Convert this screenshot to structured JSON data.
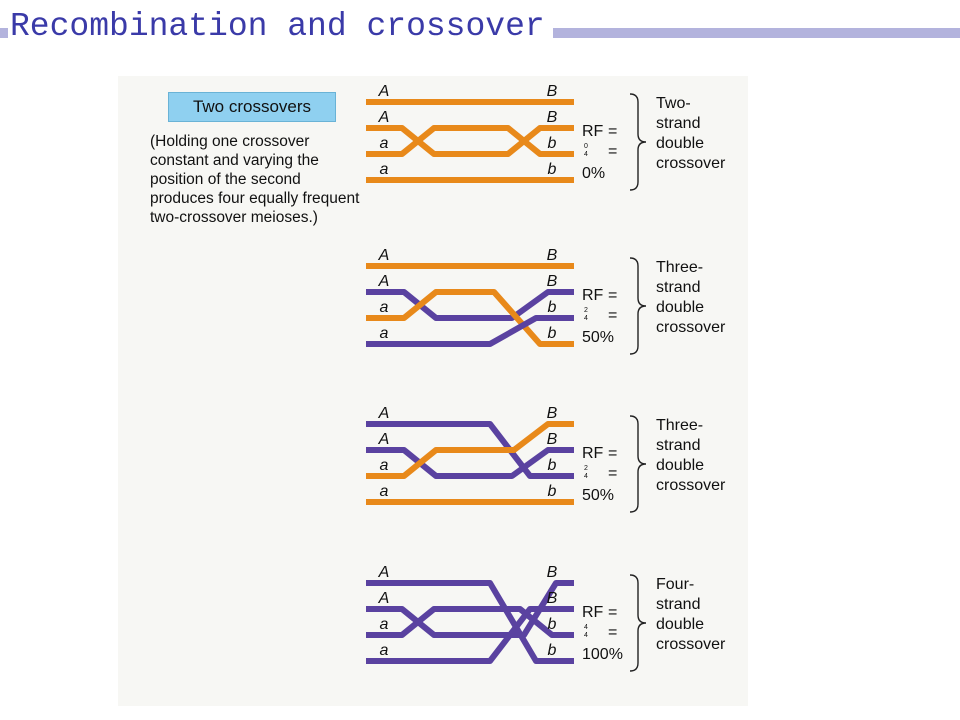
{
  "title": "Recombination and crossover",
  "caption_label": "Two crossovers",
  "caption_note": "(Holding one crossover constant and varying the position of the second produces four equally frequent two-crossover meioses.)",
  "colors": {
    "orange": "#e8891a",
    "purple": "#5a42a0",
    "title": "#3a3aa8",
    "title_bar": "#b3b3dd",
    "label_bg": "#8fd0f0"
  },
  "panels": [
    {
      "rf_label": "RF",
      "rf_num": "0",
      "rf_den": "4",
      "percent": "0%",
      "class_lines": [
        "Two-",
        "strand",
        "double",
        "crossover"
      ],
      "strands": [
        {
          "left": "A",
          "right": "B",
          "color": "orange"
        },
        {
          "left": "A",
          "right": "B",
          "color": "orange"
        },
        {
          "left": "a",
          "right": "b",
          "color": "orange"
        },
        {
          "left": "a",
          "right": "b",
          "color": "orange"
        }
      ]
    },
    {
      "rf_label": "RF",
      "rf_num": "2",
      "rf_den": "4",
      "percent": "50%",
      "class_lines": [
        "Three-",
        "strand",
        "double",
        "crossover"
      ],
      "strands": [
        {
          "left": "A",
          "right": "B",
          "color": "orange"
        },
        {
          "left": "A",
          "right": "B",
          "color": "purple"
        },
        {
          "left": "a",
          "right": "b",
          "color": "orange"
        },
        {
          "left": "a",
          "right": "b",
          "color": "purple"
        }
      ]
    },
    {
      "rf_label": "RF",
      "rf_num": "2",
      "rf_den": "4",
      "percent": "50%",
      "class_lines": [
        "Three-",
        "strand",
        "double",
        "crossover"
      ],
      "strands": [
        {
          "left": "A",
          "right": "B",
          "color": "purple"
        },
        {
          "left": "A",
          "right": "B",
          "color": "purple"
        },
        {
          "left": "a",
          "right": "b",
          "color": "orange"
        },
        {
          "left": "a",
          "right": "b",
          "color": "orange"
        }
      ]
    },
    {
      "rf_label": "RF",
      "rf_num": "4",
      "rf_den": "4",
      "percent": "100%",
      "class_lines": [
        "Four-",
        "strand",
        "double",
        "crossover"
      ],
      "strands": [
        {
          "left": "A",
          "right": "B",
          "color": "purple"
        },
        {
          "left": "A",
          "right": "B",
          "color": "purple"
        },
        {
          "left": "a",
          "right": "b",
          "color": "purple"
        },
        {
          "left": "a",
          "right": "b",
          "color": "purple"
        }
      ]
    }
  ]
}
